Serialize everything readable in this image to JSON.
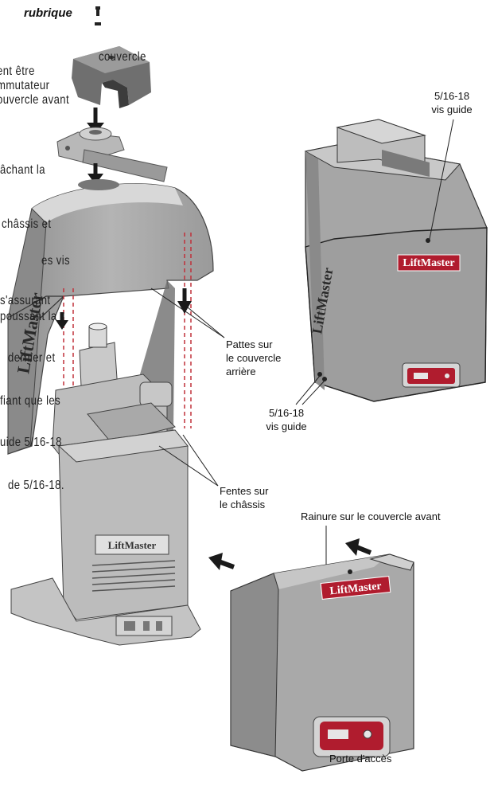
{
  "heading": "rubrique",
  "left_text_fragments": [
    "couvercle",
    "ent être",
    "mmutateur",
    "ouvercle avant",
    "âchant la",
    "châssis et",
    "es vis",
    "s'assurant",
    "poussant la",
    "dernier et",
    "fiant que les",
    "uide 5/16-18",
    "de 5/16-18."
  ],
  "labels": {
    "vis_guide_top": [
      "5/16-18",
      "vis guide"
    ],
    "vis_guide_bottom": [
      "5/16-18",
      "vis guide"
    ],
    "pattes": [
      "Pattes sur",
      "le couvercle",
      "arrière"
    ],
    "fentes": [
      "Fentes sur",
      "le châssis"
    ],
    "rainure": "Rainure sur le couvercle avant",
    "porte": "Porte d'accès"
  },
  "brand": "LiftMaster",
  "side_brand": "LiftMaster",
  "colors": {
    "cover_gray": "#a9a9a9",
    "cover_dark": "#7a7a7a",
    "cover_light": "#c8c8c8",
    "access_red": "#b01c2e",
    "dashed_red": "#c0303a",
    "arrow": "#1a1a1a"
  }
}
